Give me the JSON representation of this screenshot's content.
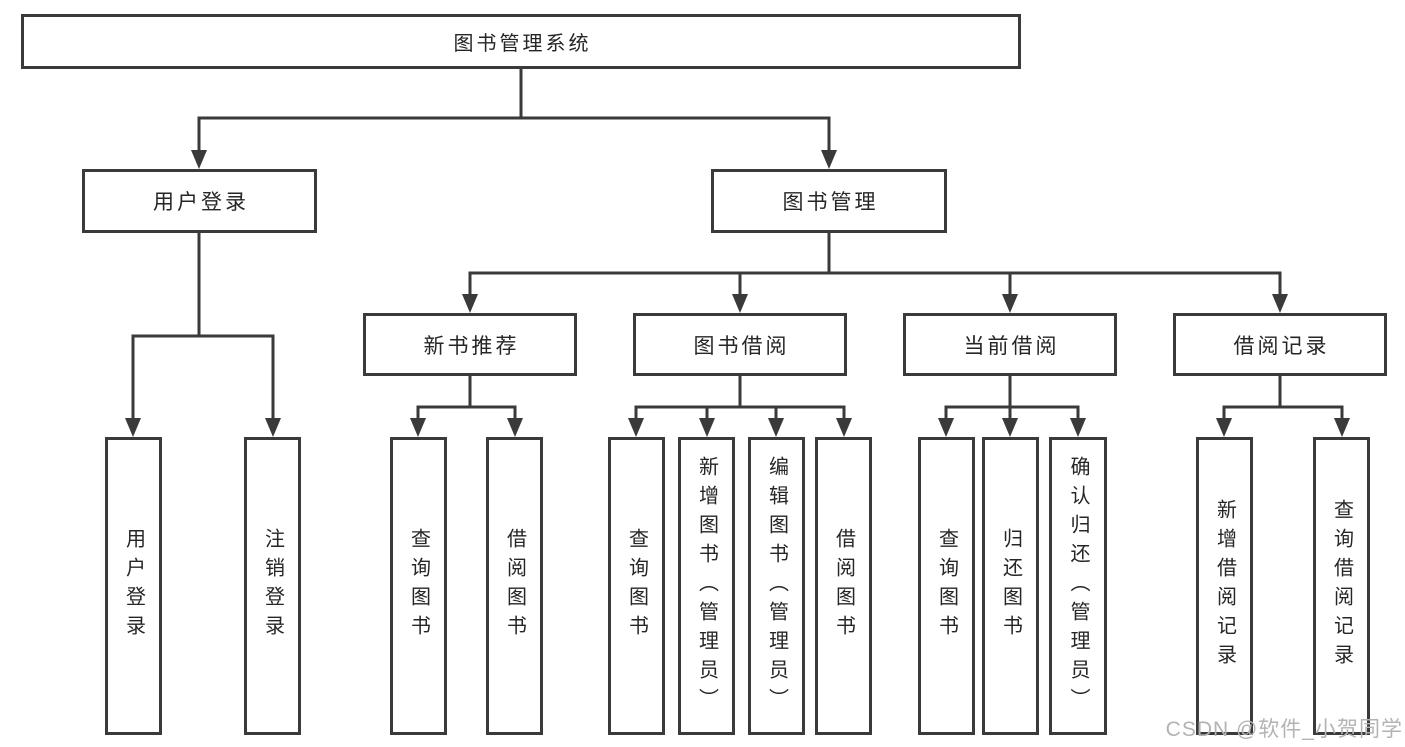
{
  "diagram": {
    "root": {
      "label": "图书管理系统"
    },
    "level2": [
      {
        "label": "用户登录"
      },
      {
        "label": "图书管理"
      }
    ],
    "level3": [
      {
        "label": "新书推荐"
      },
      {
        "label": "图书借阅"
      },
      {
        "label": "当前借阅"
      },
      {
        "label": "借阅记录"
      }
    ],
    "leaves": {
      "user_login": [
        "用户登录",
        "注销登录"
      ],
      "new_book": [
        "查询图书",
        "借阅图书"
      ],
      "book_borrow": [
        "查询图书",
        "新增图书（管理员）",
        "编辑图书（管理员）",
        "借阅图书"
      ],
      "current_borrow": [
        "查询图书",
        "归还图书",
        "确认归还（管理员）"
      ],
      "borrow_record": [
        "新增借阅记录",
        "查询借阅记录"
      ]
    }
  },
  "watermark": {
    "text": "CSDN @软件_小贺同学"
  },
  "colors": {
    "line": "#3a3a3a",
    "text": "#262626",
    "box_background": "#ffffff",
    "watermark": "#b3b3b3"
  }
}
